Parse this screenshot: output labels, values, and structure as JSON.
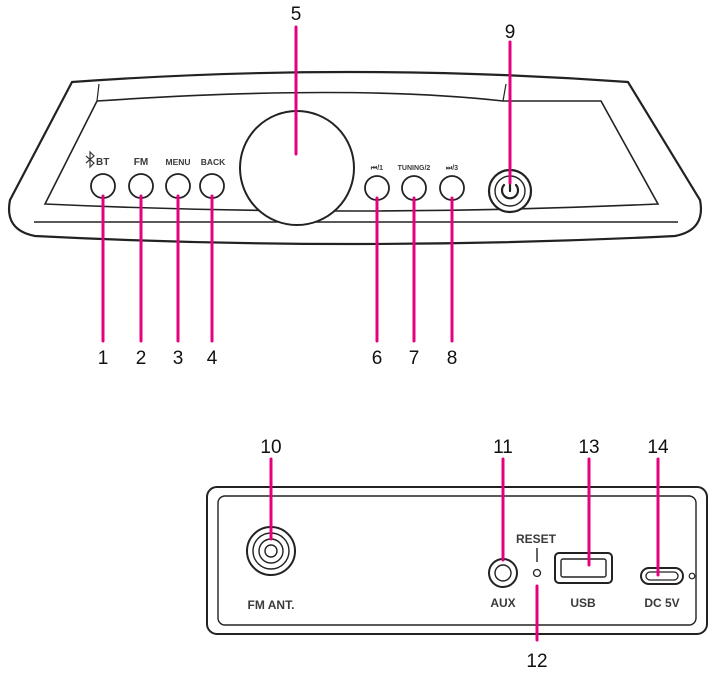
{
  "colors": {
    "leader": "#e6007e",
    "outline": "#222222",
    "panel_text": "#3a3a3a",
    "callout_text": "#111111"
  },
  "top_panel": {
    "buttons": {
      "bt": {
        "label": "BT",
        "icon": "bluetooth-icon"
      },
      "fm": {
        "label": "FM"
      },
      "menu": {
        "label": "MENU"
      },
      "back": {
        "label": "BACK"
      },
      "btn6": {
        "label": "⏮/1"
      },
      "btn7": {
        "label": "TUNING/2"
      },
      "btn8": {
        "label": "⏭/3"
      },
      "power": {
        "icon": "power-icon"
      }
    },
    "callouts": [
      "1",
      "2",
      "3",
      "4",
      "5",
      "6",
      "7",
      "8",
      "9"
    ]
  },
  "rear_panel": {
    "labels": {
      "fm_ant": "FM ANT.",
      "reset": "RESET",
      "aux": "AUX",
      "usb": "USB",
      "dc": "DC 5V"
    },
    "callouts": [
      "10",
      "11",
      "12",
      "13",
      "14"
    ]
  }
}
